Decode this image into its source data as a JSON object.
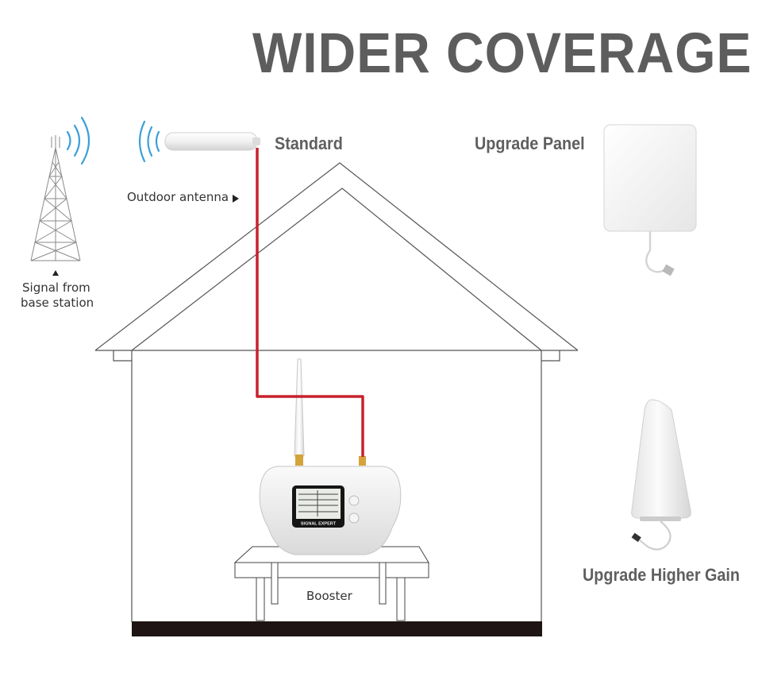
{
  "headline": "WIDER COVERAGE",
  "labels": {
    "standard": "Standard",
    "upgrade_panel": "Upgrade Panel",
    "upgrade_higher_gain": "Upgrade Higher Gain",
    "outdoor_antenna": "Outdoor antenna",
    "signal_from_line1": "Signal from",
    "signal_from_line2": "base station",
    "booster": "Booster"
  },
  "booster_screen": {
    "brand": "SIGNAL EXPERT"
  },
  "colors": {
    "cable": "#c8202c",
    "headline": "#5d5d5d",
    "signal_waves": "#3b9fd8",
    "house_line": "#555555",
    "floor": "#1e1414"
  }
}
